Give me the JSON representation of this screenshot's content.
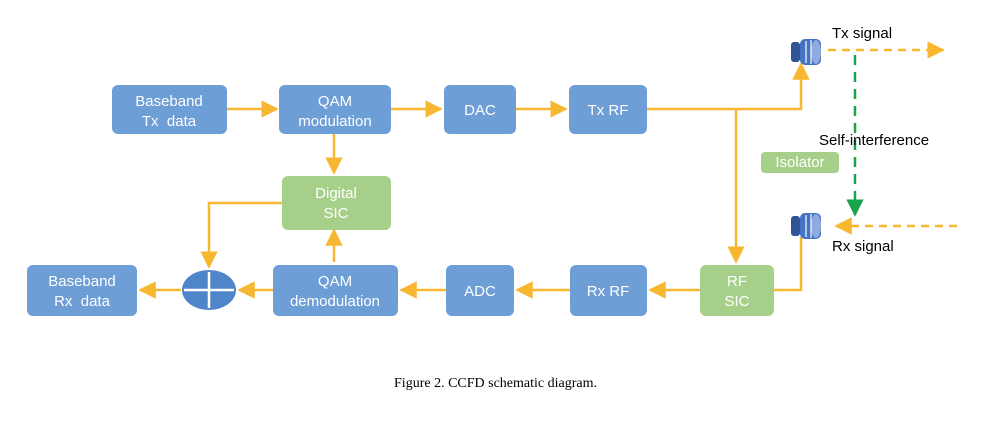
{
  "colors": {
    "block_blue": "#6d9ed6",
    "block_green": "#a6d08a",
    "signal_line": "#f7b731",
    "self_interference": "#1aa34a",
    "antenna": "#2f5597"
  },
  "blocks": {
    "baseband_tx": [
      "Baseband",
      "Tx  data"
    ],
    "qam_mod": [
      "QAM",
      "modulation"
    ],
    "dac": "DAC",
    "tx_rf": "Tx RF",
    "digital_sic": [
      "Digital",
      "SIC"
    ],
    "baseband_rx": [
      "Baseband",
      "Rx  data"
    ],
    "qam_demod": [
      "QAM",
      "demodulation"
    ],
    "adc": "ADC",
    "rx_rf": "Rx RF",
    "rf_sic": [
      "RF",
      "SIC"
    ],
    "isolator": "Isolator"
  },
  "labels": {
    "tx_signal": "Tx signal",
    "rx_signal": "Rx signal",
    "self_interference": "Self-interference"
  },
  "icons": {
    "adder": "circle-plus-icon",
    "antenna": "antenna-icon"
  },
  "caption": "Figure 2. CCFD schematic diagram."
}
